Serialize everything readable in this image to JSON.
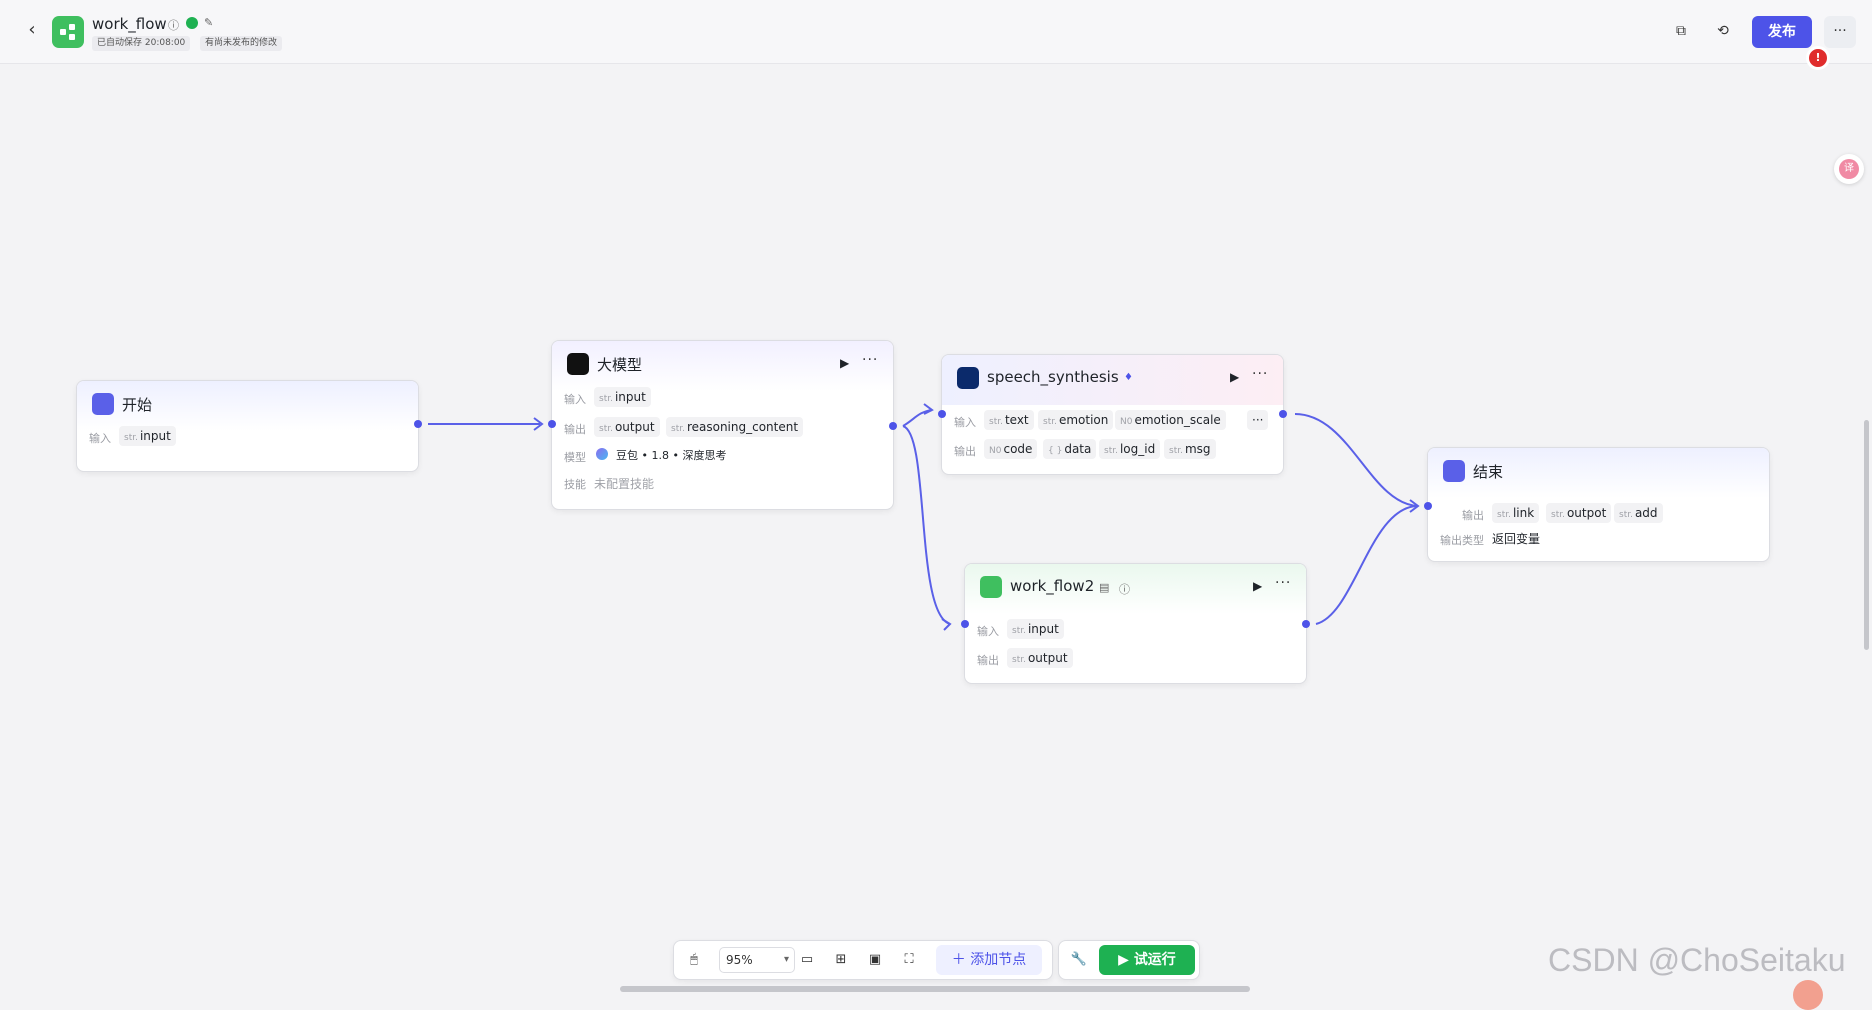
{
  "header": {
    "title": "work_flow",
    "autosave_tag": "已自动保存 20:08:00",
    "unpublished_tag": "有尚未发布的修改",
    "publish_label": "发布",
    "more_label": "···",
    "alert_label": "!"
  },
  "nodes": {
    "start": {
      "title": "开始",
      "input_label": "输入",
      "inputs": [
        {
          "type": "str.",
          "name": "input"
        }
      ]
    },
    "llm": {
      "title": "大模型",
      "input_label": "输入",
      "inputs": [
        {
          "type": "str.",
          "name": "input"
        }
      ],
      "output_label": "输出",
      "outputs": [
        {
          "type": "str.",
          "name": "output"
        },
        {
          "type": "str.",
          "name": "reasoning_content"
        }
      ],
      "model_label": "模型",
      "model_value": "豆包 • 1.8 • 深度思考",
      "skill_label": "技能",
      "skill_value": "未配置技能"
    },
    "tts": {
      "title": "speech_synthesis",
      "input_label": "输入",
      "inputs": [
        {
          "type": "str.",
          "name": "text"
        },
        {
          "type": "str.",
          "name": "emotion"
        },
        {
          "type": "N0",
          "name": "emotion_scale"
        }
      ],
      "more_inputs": "···",
      "output_label": "输出",
      "outputs": [
        {
          "type": "N0",
          "name": "code"
        },
        {
          "type": "{ }",
          "name": "data"
        },
        {
          "type": "str.",
          "name": "log_id"
        },
        {
          "type": "str.",
          "name": "msg"
        }
      ]
    },
    "wf2": {
      "title": "work_flow2",
      "input_label": "输入",
      "inputs": [
        {
          "type": "str.",
          "name": "input"
        }
      ],
      "output_label": "输出",
      "outputs": [
        {
          "type": "str.",
          "name": "output"
        }
      ]
    },
    "end": {
      "title": "结束",
      "output_label": "输出",
      "outputs": [
        {
          "type": "str.",
          "name": "link"
        },
        {
          "type": "str.",
          "name": "outpot"
        },
        {
          "type": "str.",
          "name": "add"
        }
      ],
      "type_label": "输出类型",
      "type_value": "返回变量"
    }
  },
  "toolbar": {
    "zoom": "95%",
    "add_node_label": "添加节点",
    "trial_run_label": "试运行"
  },
  "watermark": "CSDN @ChoSeitaku",
  "colors": {
    "accent": "#4d53e8",
    "run_green": "#1eb152",
    "app_green": "#3fbf5f",
    "alert_red": "#e02d2d"
  }
}
